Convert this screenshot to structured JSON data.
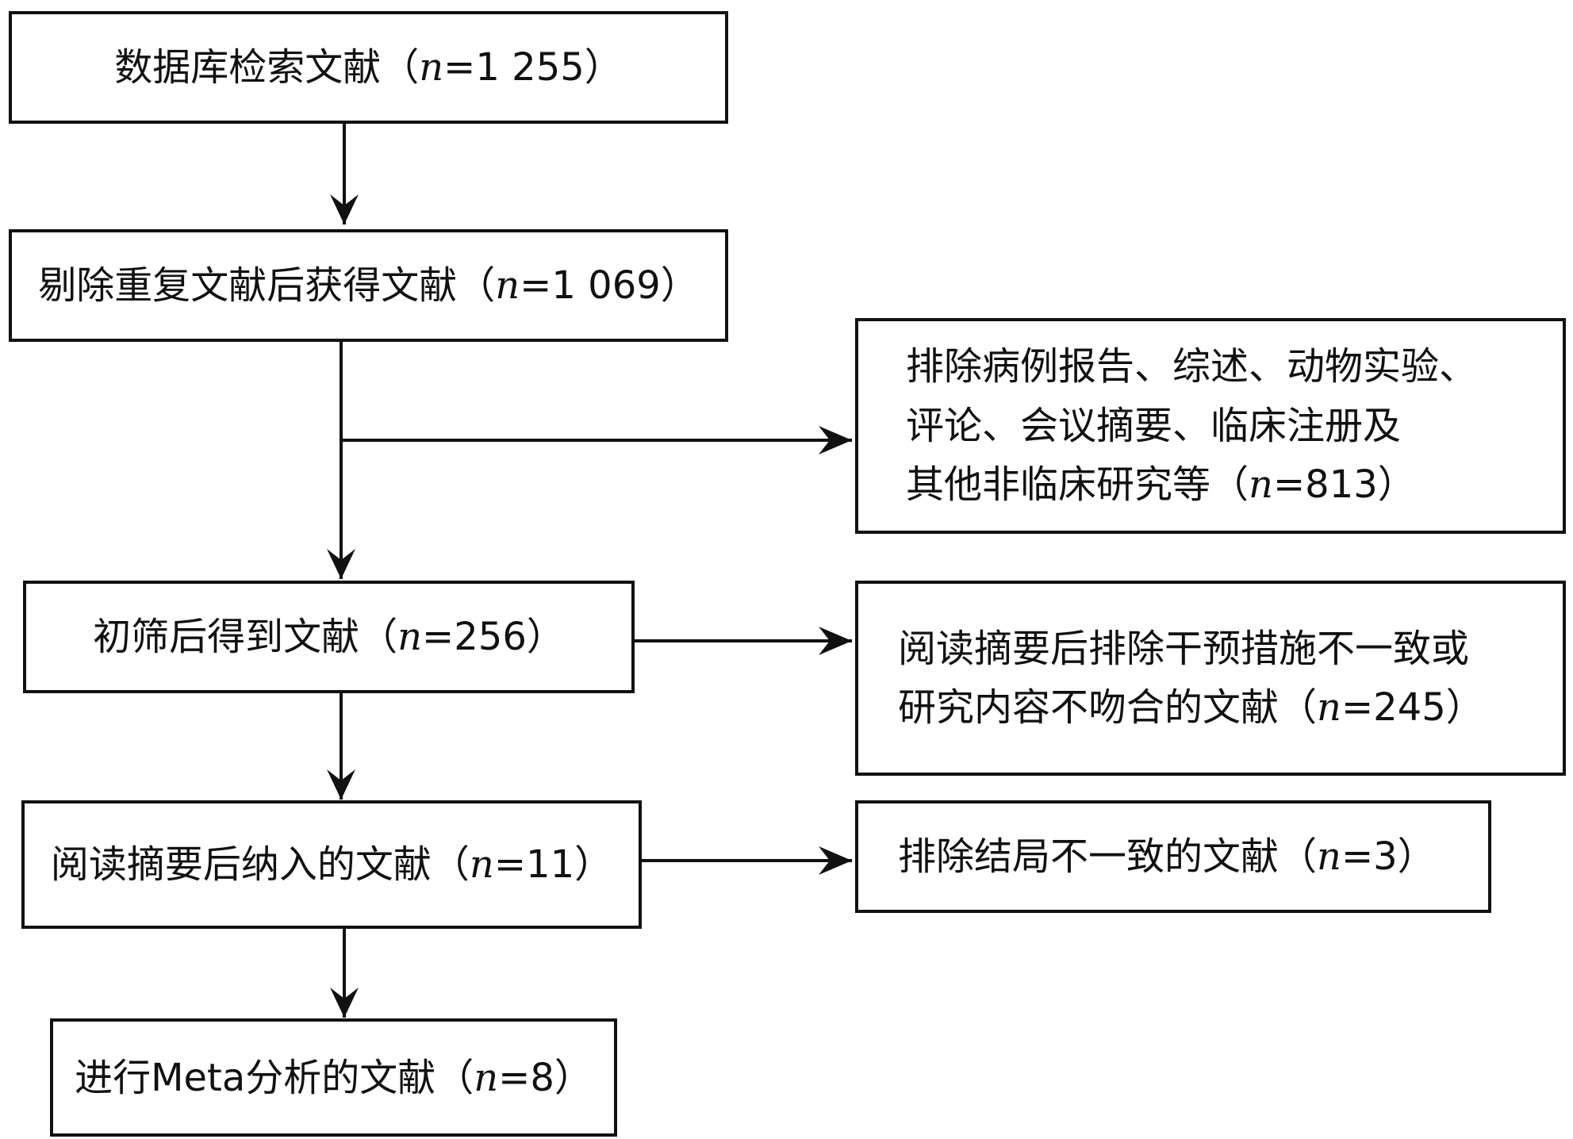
{
  "n_symbol": "n",
  "boxes": {
    "database": {
      "text_before": "数据库检索文献（",
      "text_after": "=1 255）"
    },
    "deduplicated": {
      "text_before": "剔除重复文献后获得文献（",
      "text_after": "=1 069）"
    },
    "excluded_nonclinical": {
      "line1": "排除病例报告、综述、动物实验、",
      "line2": "评论、会议摘要、临床注册及",
      "line3_before": "其他非临床研究等（",
      "line3_after": "=813）"
    },
    "screened": {
      "text_before": "初筛后得到文献（",
      "text_after": "=256）"
    },
    "excluded_abstract": {
      "line1": "阅读摘要后排除干预措施不一致或",
      "line2_before": "研究内容不吻合的文献（",
      "line2_after": "=245）"
    },
    "included_abstract": {
      "text_before": "阅读摘要后纳入的文献（",
      "text_after": "=11）"
    },
    "excluded_outcome": {
      "text_before": "排除结局不一致的文献（",
      "text_after": "=3）"
    },
    "meta_analysis": {
      "text_before": "进行Meta分析的文献（",
      "text_after": "=8）"
    }
  },
  "colors": {
    "stroke": "#111111",
    "background": "#ffffff"
  }
}
